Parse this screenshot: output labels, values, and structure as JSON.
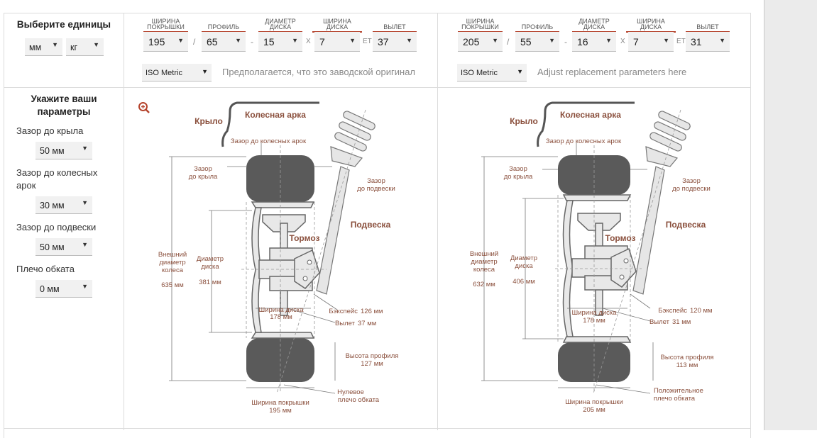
{
  "units": {
    "title": "Выберите единицы",
    "length": "мм",
    "mass": "кг"
  },
  "columns": {
    "width": "Ширина покрышки",
    "profile": "Профиль",
    "diameter": "Диаметр диска",
    "rim_width": "Ширина диска",
    "offset": "Вылет"
  },
  "original": {
    "width": "195",
    "profile": "65",
    "diameter": "15",
    "rim_width": "7",
    "offset": "37",
    "standard": "ISO Metric",
    "note": "Предполагается, что это заводской оригинал"
  },
  "replacement": {
    "width": "205",
    "profile": "55",
    "diameter": "16",
    "rim_width": "7",
    "offset": "31",
    "standard": "ISO Metric",
    "note": "Adjust replacement parameters here"
  },
  "separators": {
    "slash": "/",
    "dash": "-",
    "x": "X",
    "et": "ET"
  },
  "params": {
    "title": "Укажите ваши параметры",
    "fender_label": "Зазор до крыла",
    "fender_value": "50 мм",
    "arch_label": "Зазор до колесных арок",
    "arch_value": "30 мм",
    "suspension_label": "Зазор до подвески",
    "suspension_value": "50 мм",
    "scrub_label": "Плечо обката",
    "scrub_value": "0 мм"
  },
  "diagram_labels": {
    "fender": "Крыло",
    "arch": "Колесная арка",
    "arch_gap": "Зазор до колесных арок",
    "fender_gap_1": "Зазор",
    "fender_gap_2": "до крыла",
    "susp_gap_1": "Зазор",
    "susp_gap_2": "до подвески",
    "suspension": "Подвеска",
    "brake": "Тормоз",
    "outer_1": "Внешний",
    "outer_2": "диаметр",
    "outer_3": "колеса",
    "rim_1": "Диаметр",
    "rim_2": "диска",
    "rim_width": "Ширина диска",
    "backspace": "Бэкспейс",
    "offset": "Вылет",
    "sidewall_1": "Высота профиля",
    "tire_width": "Ширина покрышки"
  },
  "diagram_original": {
    "outer": "635 мм",
    "rim": "381 мм",
    "rim_width": "178 мм",
    "backspace": "126 мм",
    "offset": "37 мм",
    "sidewall": "127 мм",
    "tire_width": "195 мм",
    "scrub_1": "Нулевое",
    "scrub_2": "плечо обката"
  },
  "diagram_replacement": {
    "outer": "632 мм",
    "rim": "406 мм",
    "rim_width": "178 мм",
    "backspace": "120 мм",
    "offset": "31 мм",
    "sidewall": "113 мм",
    "tire_width": "205 мм",
    "scrub_1": "Положительное",
    "scrub_2": "плечо обката"
  },
  "colors": {
    "accent": "#b5432c",
    "tire": "#5a5a5a",
    "label": "#8a4f3c"
  }
}
